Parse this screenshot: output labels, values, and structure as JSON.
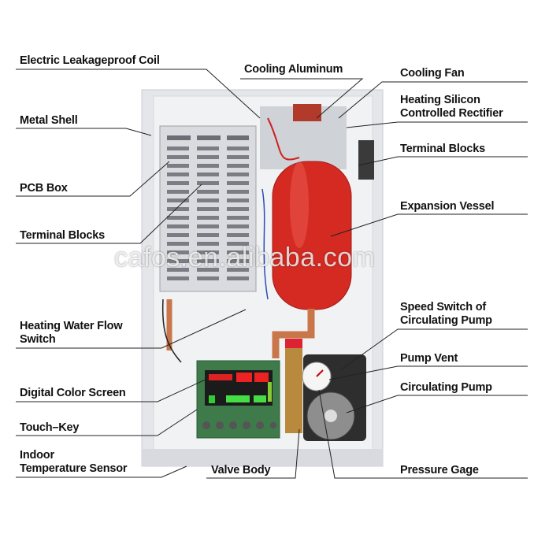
{
  "watermark": "cafos.en.alibaba.com",
  "labels": {
    "electric_leakageproof_coil": "Electric Leakageproof Coil",
    "metal_shell": "Metal Shell",
    "pcb_box": "PCB Box",
    "terminal_blocks_left": "Terminal Blocks",
    "heating_water_flow_switch_1": "Heating Water Flow",
    "heating_water_flow_switch_2": "Switch",
    "digital_color_screen": "Digital Color Screen",
    "touch_key": "Touch–Key",
    "indoor_temperature_sensor_1": "Indoor",
    "indoor_temperature_sensor_2": "Temperature Sensor",
    "valve_body": "Valve Body",
    "cooling_aluminum": "Cooling Aluminum",
    "cooling_fan": "Cooling Fan",
    "heating_scr_1": "Heating Silicon",
    "heating_scr_2": "Controlled Rectifier",
    "terminal_blocks_right": "Terminal Blocks",
    "expansion_vessel": "Expansion Vessel",
    "speed_switch_1": "Speed Switch of",
    "speed_switch_2": "Circulating Pump",
    "pump_vent": "Pump Vent",
    "circulating_pump": "Circulating Pump",
    "pressure_gage": "Pressure Gage"
  },
  "colors": {
    "vessel": "#d42a22",
    "shell": "#e9ebee",
    "pcb": "#3f7a4a"
  }
}
